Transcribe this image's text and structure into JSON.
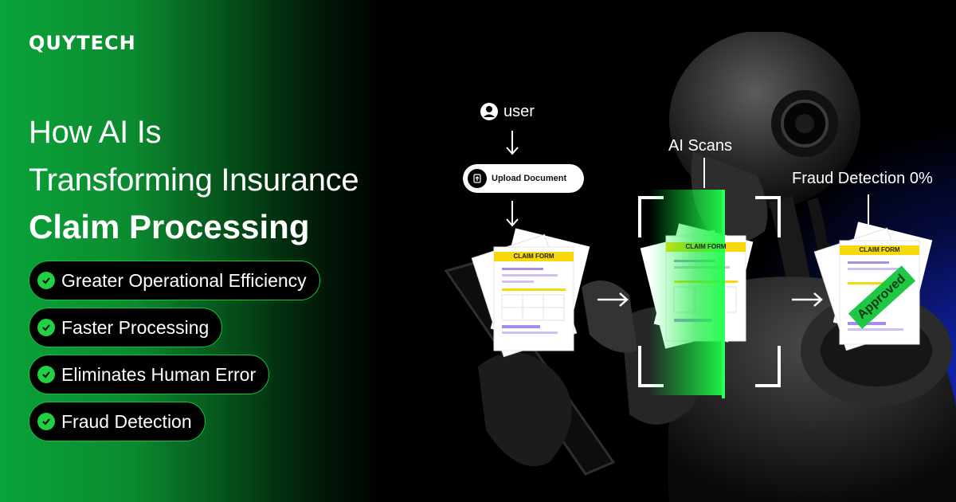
{
  "brand": {
    "logo": "QUYTECH"
  },
  "heading": {
    "line1": "How AI Is",
    "line2": "Transforming Insurance",
    "line3": "Claim Processing"
  },
  "benefits": [
    "Greater Operational Efficiency",
    "Faster Processing",
    "Eliminates Human Error",
    "Fraud Detection"
  ],
  "flow": {
    "user_label": "user",
    "upload_label": "Upload Document",
    "form_title": "CLAIM FORM",
    "scan_form_title": "CLAIM FORM",
    "scan_label": "AI Scans",
    "fraud_label": "Fraud Detection 0%",
    "approved_stamp": "Approved"
  },
  "colors": {
    "accent_green": "#20d143",
    "form_header_yellow": "#f5d90a",
    "form_line_purple": "#a98be8",
    "blue_glow": "#1a2fd0"
  }
}
